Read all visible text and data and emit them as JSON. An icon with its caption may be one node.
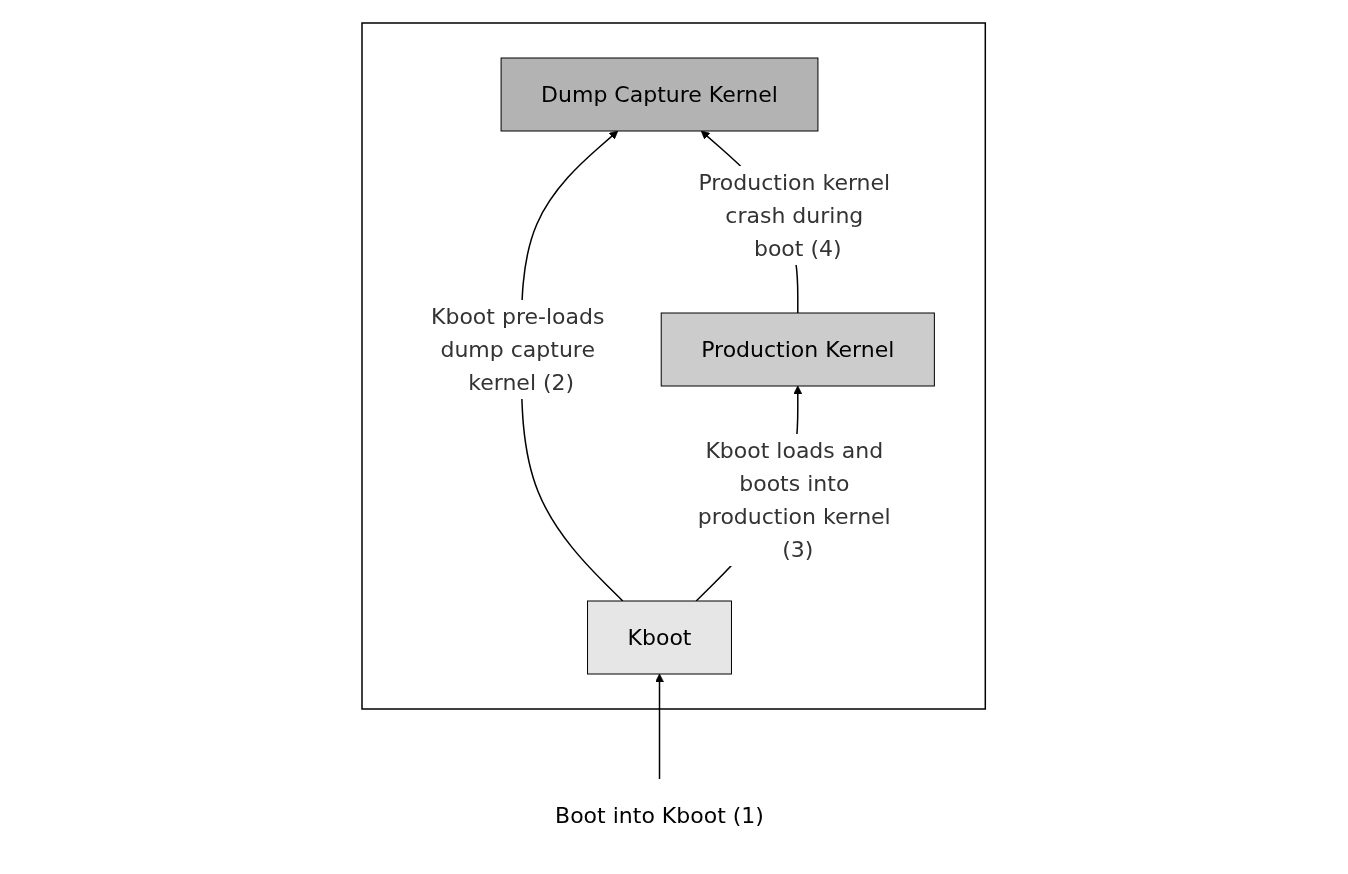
{
  "diagram": {
    "nodes": [
      {
        "text": [],
        "shape": "box"
      },
      {
        "text": [
          "Dump Capture Kernel"
        ],
        "in": 0
      },
      {
        "text": [
          "Production Kernel"
        ],
        "in": 0
      },
      {
        "text": [
          "Kboot"
        ],
        "in": 0
      },
      {
        "text": [
          "Boot into Kboot (1)"
        ]
      }
    ],
    "edges": [
      {
        "from": 4,
        "to": 3,
        "arrow": "to"
      },
      {
        "from": 3,
        "to": 1,
        "arrow": "to",
        "label": "Kboot pre-loads dump capture kernel (2)"
      },
      {
        "from": 3,
        "to": 2,
        "arrow": "to",
        "label": "Kboot loads and boots into production kernel (3)"
      },
      {
        "from": 2,
        "to": 1,
        "arrow": "to",
        "label": "Production kernel crash during boot (4)"
      }
    ]
  }
}
